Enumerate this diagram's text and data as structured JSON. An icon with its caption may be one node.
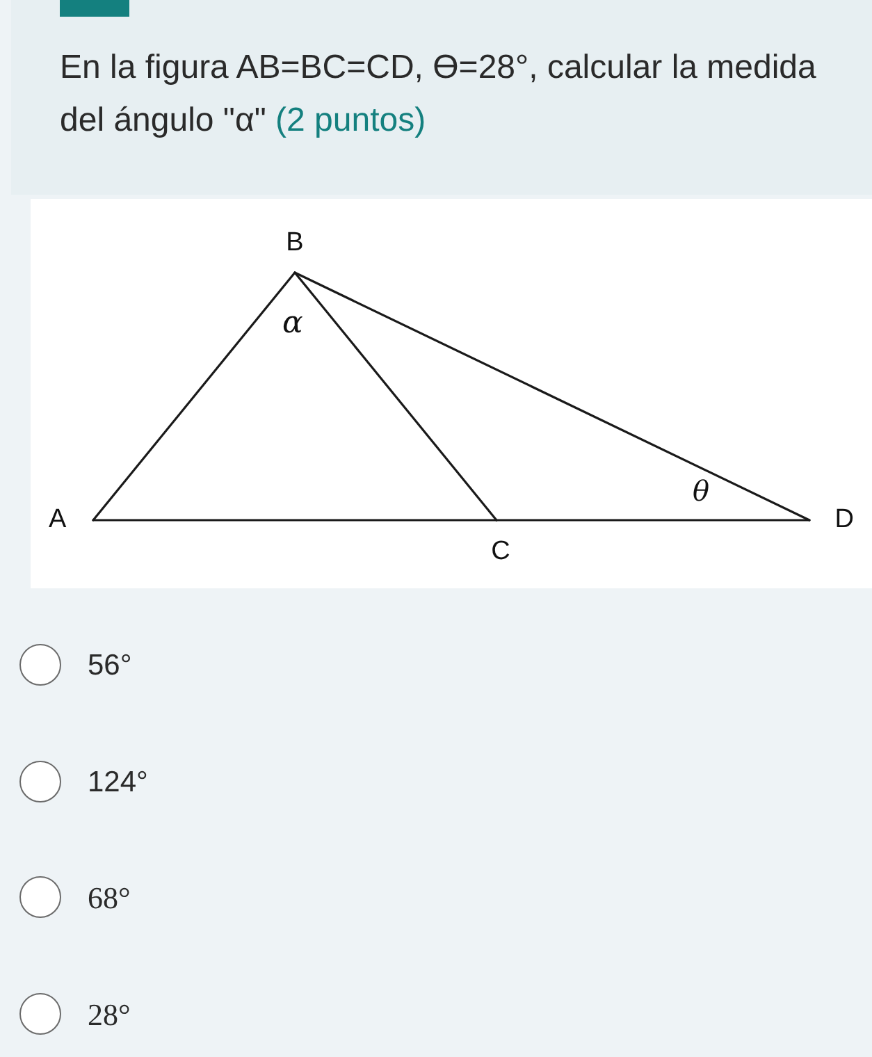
{
  "diagram": {
    "title": "En la figura AB=BC=CD, ϴ=28°, calcular la medida del ángulo \"α\"",
    "nodes": [
      {
        "text": [
          "B"
        ]
      },
      {
        "text": [
          "A"
        ]
      },
      {
        "text": [
          "C"
        ]
      },
      {
        "text": [
          "D"
        ]
      }
    ],
    "edges": [
      {
        "from": 1,
        "to": 0,
        "arrow": "none"
      },
      {
        "from": 0,
        "to": 2,
        "arrow": "none"
      },
      {
        "from": 1,
        "to": 2,
        "arrow": "none"
      },
      {
        "from": 2,
        "to": 3,
        "arrow": "none"
      },
      {
        "from": 0,
        "to": 3,
        "arrow": "none"
      }
    ],
    "labels": [
      "(2 puntos)",
      "α",
      "θ",
      "56°",
      "124°",
      "68°",
      "28°"
    ]
  }
}
